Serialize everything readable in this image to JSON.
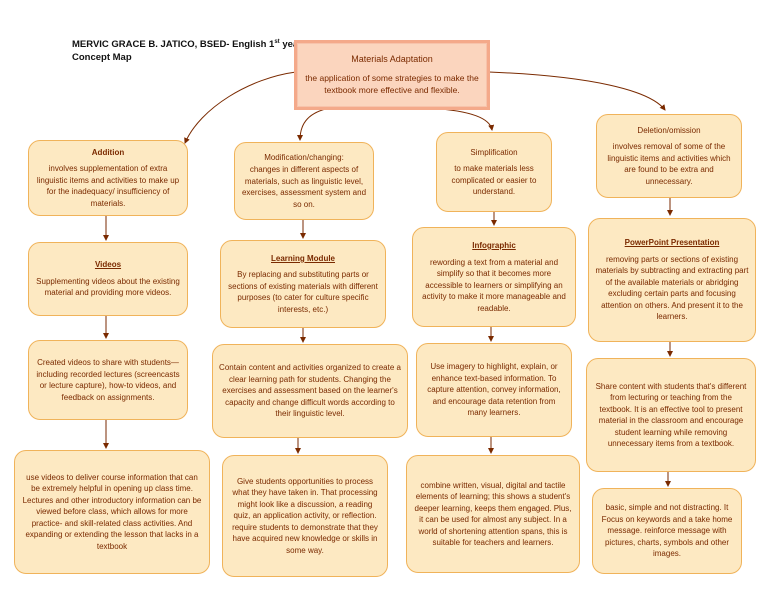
{
  "header": {
    "line1_main": "MERVIC GRACE B. JATICO, BSED- English 1",
    "line1_sup": "st",
    "line1_end": " year",
    "line2": "Concept Map"
  },
  "root": {
    "title": "Materials Adaptation",
    "desc": "the application of some strategies to make the textbook more effective and flexible."
  },
  "addition": {
    "title": "Addition",
    "desc": "involves supplementation of extra linguistic items and activities to make up for the inadequacy/ insufficiency of materials.",
    "videos_title": "Videos",
    "videos_desc": "Supplementing videos about the existing material and providing more videos.",
    "created": "Created videos to share with students—including recorded lectures (screencasts or lecture capture), how-to videos, and feedback on assignments.",
    "use": "use videos to deliver course information that can be extremely helpful in opening up class time. Lectures and other introductory information can be viewed before class, which allows for more practice- and skill-related class activities. And expanding or extending the lesson that lacks in a textbook"
  },
  "modification": {
    "title": "Modification/changing:",
    "desc": "changes in different aspects of materials, such as linguistic level, exercises, assessment system and so on.",
    "lm_title": "Learning Module",
    "lm_desc": "By replacing and substituting parts or sections of existing materials with different purposes (to cater for culture specific interests, etc.)",
    "contain": "Contain content and activities organized to create a clear learning path for students. Changing the exercises and assessment based on the learner's capacity and change difficult words according to their linguistic level.",
    "give": "Give students opportunities to process what they have taken in. That processing might look like a discussion, a reading quiz, an application activity, or reflection. require students to demonstrate that they have acquired new knowledge or skills in some way."
  },
  "simplification": {
    "title": "Simplification",
    "desc": "to make materials less complicated or easier to understand.",
    "info_title": "Infographic",
    "info_desc": "rewording a text from a material and simplify so that it becomes more accessible to learners or simplifying an activity to make it more manageable and readable.",
    "imagery": "Use imagery to highlight, explain, or enhance text-based information. To capture attention, convey information, and encourage data retention from many learners.",
    "combine": "combine written, visual, digital and tactile elements of learning; this shows a student's deeper learning, keeps them engaged. Plus, it can be used for almost any subject. In a world of shortening attention spans, this is suitable for teachers and learners."
  },
  "deletion": {
    "title": "Deletion/omission",
    "desc": "involves removal of some of the linguistic items and activities which are found to be extra and unnecessary.",
    "ppt_title": "PowerPoint Presentation",
    "ppt_desc": "removing parts or sections of existing materials by subtracting and extracting part of the available materials or abridging excluding certain parts and focusing attention on others. And present it to the learners.",
    "share": "Share content with students that's different from lecturing or teaching from the textbook. It is an effective tool to present material in the classroom and encourage student learning while removing unnecessary items from a textbook.",
    "basic": "basic, simple and not distracting. It Focus on keywords and a take home message. reinforce message with pictures, charts, symbols and other images."
  }
}
